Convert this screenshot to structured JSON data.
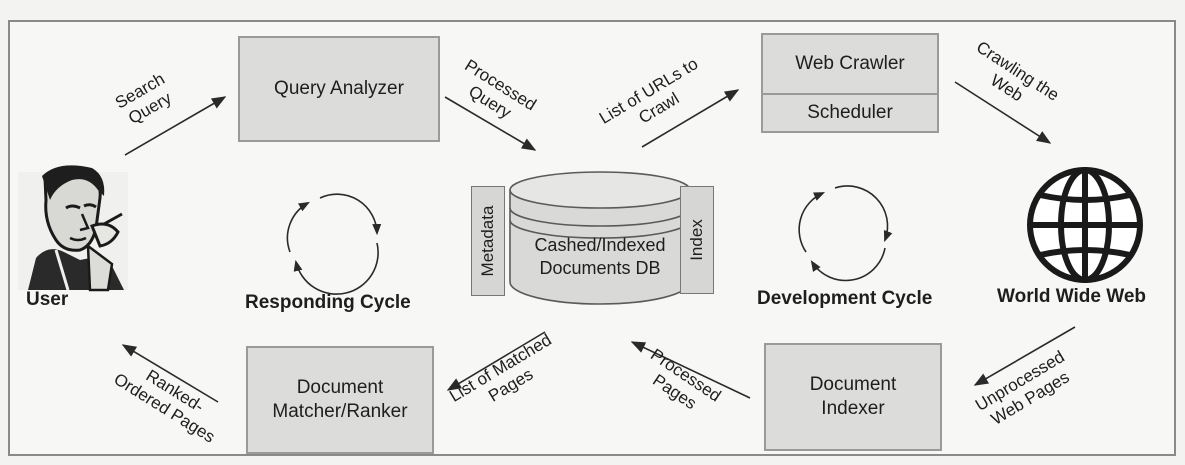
{
  "nodes": {
    "query_analyzer": "Query Analyzer",
    "web_crawler": "Web Crawler",
    "scheduler": "Scheduler",
    "database": {
      "line1": "Cashed/Indexed",
      "line2": "Documents DB"
    },
    "metadata_tab": "Metadata",
    "index_tab": "Index",
    "document_matcher": {
      "line1": "Document",
      "line2": "Matcher/Ranker"
    },
    "document_indexer": {
      "line1": "Document",
      "line2": "Indexer"
    },
    "user": "User",
    "www": "World Wide Web"
  },
  "edges": {
    "search_query": {
      "line1": "Search",
      "line2": "Query"
    },
    "processed_query": {
      "line1": "Processed",
      "line2": "Query"
    },
    "list_of_urls": {
      "line1": "List of URLs to",
      "line2": "Crawl"
    },
    "crawling_the_web": {
      "line1": "Crawling the",
      "line2": "Web"
    },
    "unprocessed_web_pages": {
      "line1": "Unprocessed",
      "line2": "Web Pages"
    },
    "processed_pages": {
      "line1": "Processed",
      "line2": "Pages"
    },
    "list_of_matched_pages": {
      "line1": "List of Matched",
      "line2": "Pages"
    },
    "ranked_ordered_pages": {
      "line1": "Ranked-",
      "line2": "Ordered Pages"
    }
  },
  "cycles": {
    "responding": "Responding Cycle",
    "development": "Development Cycle"
  },
  "icons": [
    "user-portrait-icon",
    "globe-icon",
    "responding-cycle-icon",
    "development-cycle-icon",
    "database-cylinder-icon"
  ]
}
